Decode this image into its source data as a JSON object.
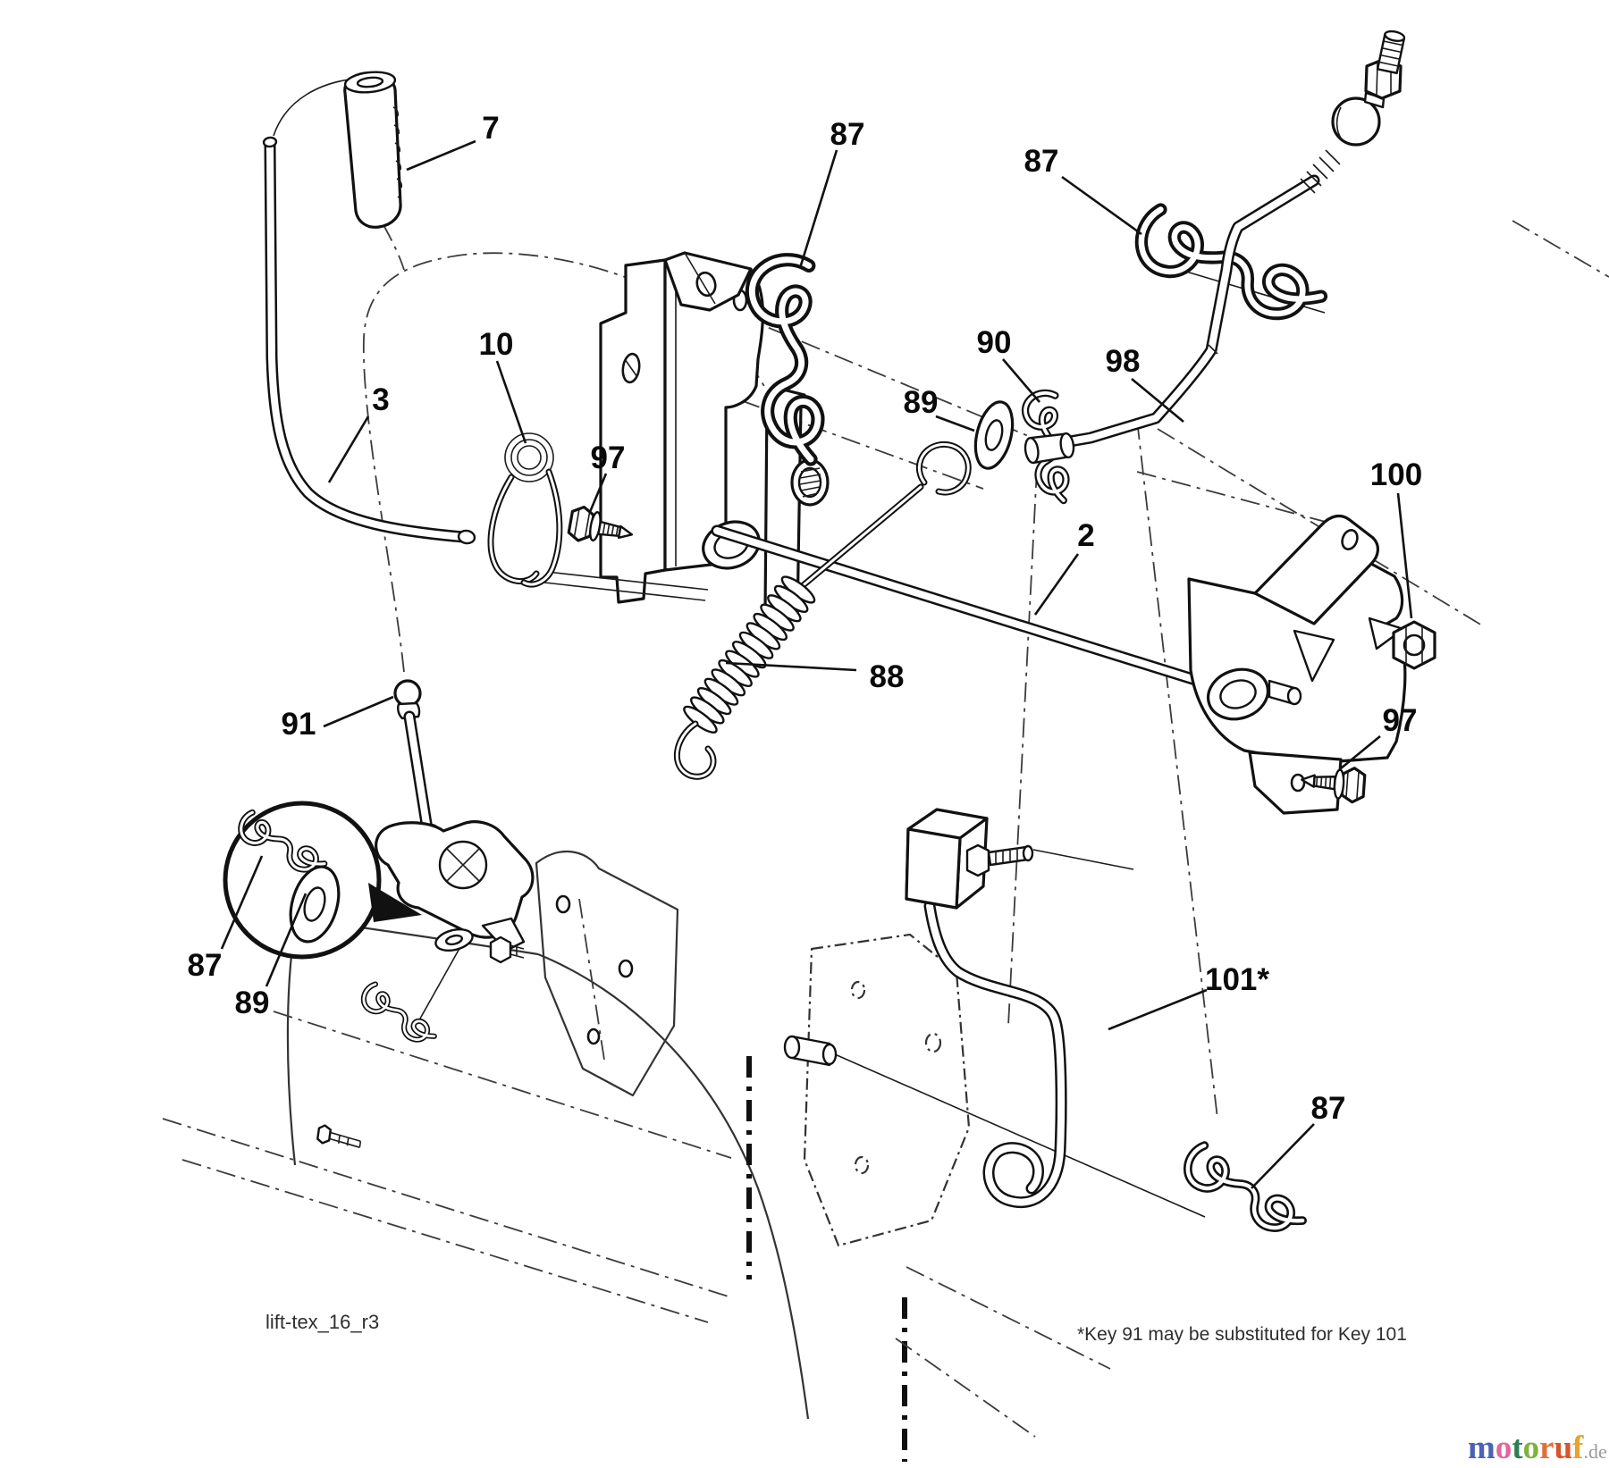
{
  "diagram": {
    "drawing_code": "lift-tex_16_r3",
    "footnote": "*Key 91 may be substituted for Key 101",
    "labels": [
      {
        "part": "handle-grip",
        "text": "7"
      },
      {
        "part": "lift-handle-rod",
        "text": "3"
      },
      {
        "part": "torsion-spring",
        "text": "10"
      },
      {
        "part": "shoulder-bolt-left",
        "text": "97"
      },
      {
        "part": "cotter-pin-top-middle",
        "text": "87"
      },
      {
        "part": "cotter-pin-top-right",
        "text": "87"
      },
      {
        "part": "retainer-pin",
        "text": "90"
      },
      {
        "part": "lift-link-rod",
        "text": "98"
      },
      {
        "part": "washer-upper",
        "text": "89"
      },
      {
        "part": "hex-nut",
        "text": "100"
      },
      {
        "part": "lift-shaft",
        "text": "2"
      },
      {
        "part": "extension-spring",
        "text": "88"
      },
      {
        "part": "shoulder-bolt-right",
        "text": "97"
      },
      {
        "part": "link-rod-91",
        "text": "91"
      },
      {
        "part": "cotter-pin-detail",
        "text": "87"
      },
      {
        "part": "washer-detail",
        "text": "89"
      },
      {
        "part": "link-rod-101",
        "text": "101*"
      },
      {
        "part": "cotter-pin-bottom-right",
        "text": "87"
      }
    ],
    "watermark": {
      "letters": [
        {
          "ch": "m",
          "color": "#4a63b5"
        },
        {
          "ch": "o",
          "color": "#e5639e"
        },
        {
          "ch": "t",
          "color": "#2f7d52"
        },
        {
          "ch": "o",
          "color": "#7eb33e"
        },
        {
          "ch": "r",
          "color": "#e2703a"
        },
        {
          "ch": "u",
          "color": "#d9542b"
        },
        {
          "ch": "f",
          "color": "#e6a42e"
        }
      ],
      "suffix": ".de",
      "suffix_color": "#9a9a9a"
    }
  }
}
